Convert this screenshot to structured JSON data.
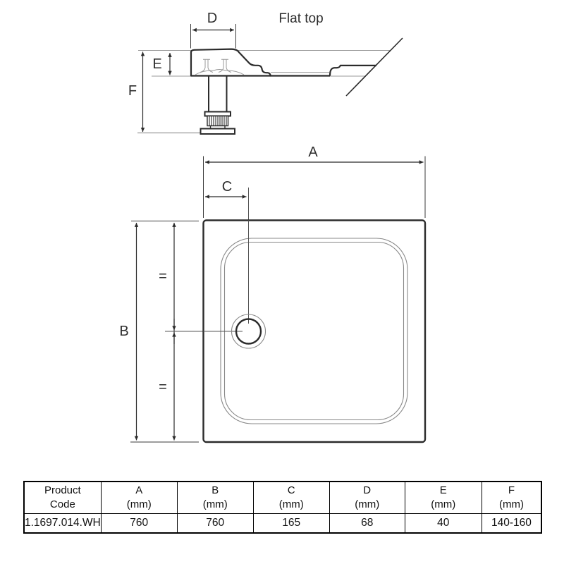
{
  "side_view": {
    "title": "Flat top",
    "dim_d": "D",
    "dim_e": "E",
    "dim_f": "F"
  },
  "top_view": {
    "dim_a": "A",
    "dim_b": "B",
    "dim_c": "C",
    "equal_top": "=",
    "equal_bottom": "="
  },
  "table": {
    "header": {
      "product_line1": "Product",
      "product_line2": "Code",
      "columns": [
        {
          "letter": "A",
          "unit": "(mm)"
        },
        {
          "letter": "B",
          "unit": "(mm)"
        },
        {
          "letter": "C",
          "unit": "(mm)"
        },
        {
          "letter": "D",
          "unit": "(mm)"
        },
        {
          "letter": "E",
          "unit": "(mm)"
        },
        {
          "letter": "F",
          "unit": "(mm)"
        }
      ]
    },
    "row": {
      "product_code": "1.1697.014.WH",
      "values": [
        "760",
        "760",
        "165",
        "68",
        "40",
        "140-160"
      ]
    }
  },
  "colors": {
    "line_dark": "#2b2b2b",
    "line_gray": "#999999",
    "line_mid": "#555555",
    "text": "#1a1a1a"
  }
}
